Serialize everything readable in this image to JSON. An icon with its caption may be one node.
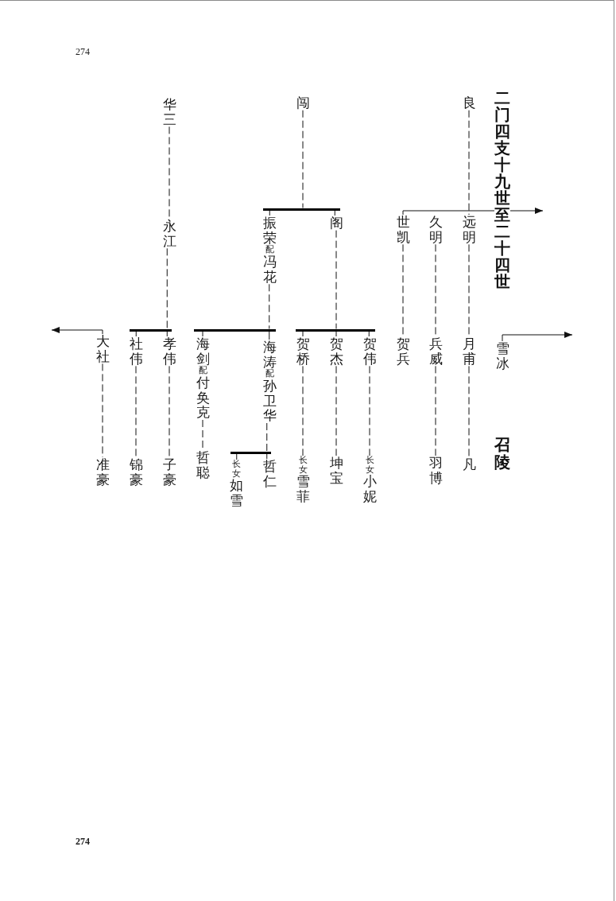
{
  "diagram": {
    "title": "二门四支十九世至二十四世",
    "nodes": [
      {
        "text": [
          "良"
        ]
      },
      {
        "text": [
          "闯"
        ]
      },
      {
        "text": [
          "华三"
        ]
      },
      {
        "text": [],
        "shape": "bar"
      },
      {
        "text": [
          "远明"
        ]
      },
      {
        "text": [
          "久明"
        ]
      },
      {
        "text": [
          "世凯"
        ]
      },
      {
        "text": [
          "阁"
        ]
      },
      {
        "text": [
          "振荣$_{配}$冯花"
        ]
      },
      {
        "text": [
          "永江"
        ]
      },
      {
        "text": [],
        "shape": "bar"
      },
      {
        "text": [],
        "shape": "bar"
      },
      {
        "text": [],
        "shape": "bar"
      },
      {
        "text": [
          "雪冰"
        ]
      },
      {
        "text": [
          "月甫"
        ]
      },
      {
        "text": [
          "兵威"
        ]
      },
      {
        "text": [
          "贺兵"
        ]
      },
      {
        "text": [
          "贺伟"
        ]
      },
      {
        "text": [
          "贺杰"
        ]
      },
      {
        "text": [
          "贺桥"
        ]
      },
      {
        "text": [
          "海涛$_{配}$孙卫华"
        ]
      },
      {
        "text": [
          "海剑$_{配}$付奂克"
        ]
      },
      {
        "text": [
          "孝伟"
        ]
      },
      {
        "text": [
          "社伟"
        ]
      },
      {
        "text": [
          "大社"
        ]
      },
      {
        "text": [],
        "shape": "bar"
      },
      {
        "text": [
          "凡"
        ]
      },
      {
        "text": [
          "羽博"
        ]
      },
      {
        "text": [
          "$_{长女}$小妮"
        ]
      },
      {
        "text": [
          "坤宝"
        ]
      },
      {
        "text": [
          "$_{长女}$雪菲"
        ]
      },
      {
        "text": [
          "哲仁"
        ]
      },
      {
        "text": [
          "$_{长女}$如雪"
        ]
      },
      {
        "text": [
          "哲聪"
        ]
      },
      {
        "text": [
          "子豪"
        ]
      },
      {
        "text": [
          "锦豪"
        ]
      },
      {
        "text": [
          "准豪"
        ]
      }
    ],
    "edges": [
      {
        "from": 0,
        "to": 4,
        "arrow": "none",
        "style": "dashed"
      },
      {
        "from": 1,
        "to": 3,
        "arrow": "none",
        "style": "dashed"
      },
      {
        "from": 3,
        "to": 8,
        "arrow": "none"
      },
      {
        "from": 3,
        "to": 7,
        "arrow": "none"
      },
      {
        "from": 2,
        "to": 9,
        "arrow": "none",
        "style": "dashed"
      },
      {
        "from": 6,
        "to": null,
        "arrow": "to"
      },
      {
        "from": 4,
        "to": 14,
        "arrow": "none",
        "style": "dashed"
      },
      {
        "from": 5,
        "to": 15,
        "arrow": "none",
        "style": "dashed"
      },
      {
        "from": 6,
        "to": 16,
        "arrow": "none",
        "style": "dashed"
      },
      {
        "from": 7,
        "to": 10,
        "arrow": "none",
        "style": "dashed"
      },
      {
        "from": 10,
        "to": 19,
        "arrow": "none"
      },
      {
        "from": 10,
        "to": 18,
        "arrow": "none"
      },
      {
        "from": 10,
        "to": 17,
        "arrow": "none"
      },
      {
        "from": 8,
        "to": 11,
        "arrow": "none",
        "style": "dashed"
      },
      {
        "from": 11,
        "to": 21,
        "arrow": "none"
      },
      {
        "from": 11,
        "to": 20,
        "arrow": "none"
      },
      {
        "from": 9,
        "to": 12,
        "arrow": "none",
        "style": "dashed"
      },
      {
        "from": 12,
        "to": 22,
        "arrow": "none"
      },
      {
        "from": 12,
        "to": 23,
        "arrow": "none"
      },
      {
        "from": 13,
        "to": null,
        "arrow": "to"
      },
      {
        "from": 24,
        "to": null,
        "arrow": "to"
      },
      {
        "from": 14,
        "to": 26,
        "arrow": "none",
        "style": "dashed"
      },
      {
        "from": 15,
        "to": 27,
        "arrow": "none",
        "style": "dashed"
      },
      {
        "from": 19,
        "to": 30,
        "arrow": "none",
        "style": "dashed"
      },
      {
        "from": 18,
        "to": 29,
        "arrow": "none",
        "style": "dashed"
      },
      {
        "from": 17,
        "to": 28,
        "arrow": "none",
        "style": "dashed"
      },
      {
        "from": 20,
        "to": 25,
        "arrow": "none",
        "style": "dashed"
      },
      {
        "from": 25,
        "to": 31,
        "arrow": "none"
      },
      {
        "from": 25,
        "to": 32,
        "arrow": "none"
      },
      {
        "from": 21,
        "to": 33,
        "arrow": "none",
        "style": "dashed"
      },
      {
        "from": 22,
        "to": 34,
        "arrow": "none",
        "style": "dashed"
      },
      {
        "from": 23,
        "to": 35,
        "arrow": "none",
        "style": "dashed"
      },
      {
        "from": 24,
        "to": 36,
        "arrow": "none",
        "style": "dashed"
      }
    ],
    "labels": [
      "274",
      "召陵",
      "274"
    ]
  }
}
